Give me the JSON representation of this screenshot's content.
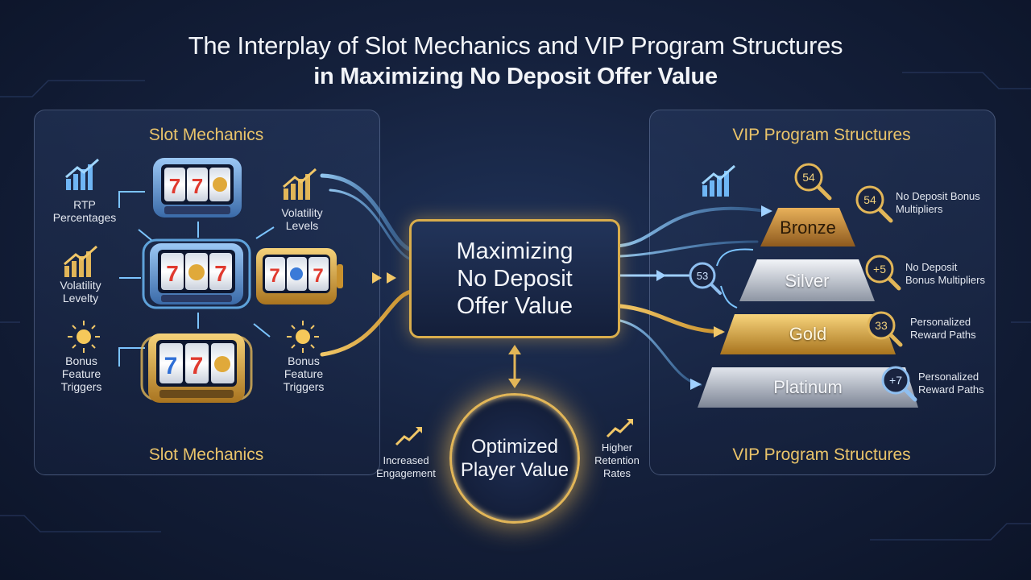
{
  "title": {
    "line1": "The Interplay of Slot Mechanics and VIP Program Structures",
    "line2": "in Maximizing No Deposit Offer Value"
  },
  "left_panel": {
    "title_top": "Slot Mechanics",
    "title_bottom": "Slot Mechanics",
    "labels": {
      "rtp": "RTP\nPercentages",
      "volatility_left": "Volatility\nLevelty",
      "volatility_right": "Volatility\nLevels",
      "bonus_left": "Bonus\nFeature\nTriggers",
      "bonus_right": "Bonus\nFeature\nTriggers"
    }
  },
  "center": {
    "box_text": "Maximizing\nNo Deposit\nOffer Value",
    "circle_text": "Optimized\nPlayer Value",
    "left_label": "Increased\nEngagement",
    "right_label": "Higher\nRetention\nRates"
  },
  "right_panel": {
    "title_top": "VIP Program Structures",
    "title_bottom": "VIP Program Structures",
    "tiers": [
      "Bronze",
      "Silver",
      "Gold",
      "Platinum"
    ],
    "badges": {
      "top": "54",
      "bronze": "54",
      "silver": "+5",
      "gold": "33",
      "platinum": "+7",
      "pointer": "53"
    },
    "labels": {
      "bronze": "No Deposit Bonus\nMultipliers",
      "silver": "No Deposit\nBonus Multipliers",
      "gold": "Personalized\nReward Paths",
      "platinum": "Personalized\nReward Paths"
    }
  },
  "icons": [
    "growth-chart-icon",
    "sunburst-icon",
    "magnifier-badge-icon",
    "slot-machine-icon",
    "bar-chart-icon",
    "arrow-icon"
  ],
  "colors": {
    "gold": "#d9ad4c",
    "blue_flow": "#7cc4ff",
    "bronze": "#c98a32",
    "silver": "#c7ccd4",
    "platinum": "#a9b0bb"
  }
}
